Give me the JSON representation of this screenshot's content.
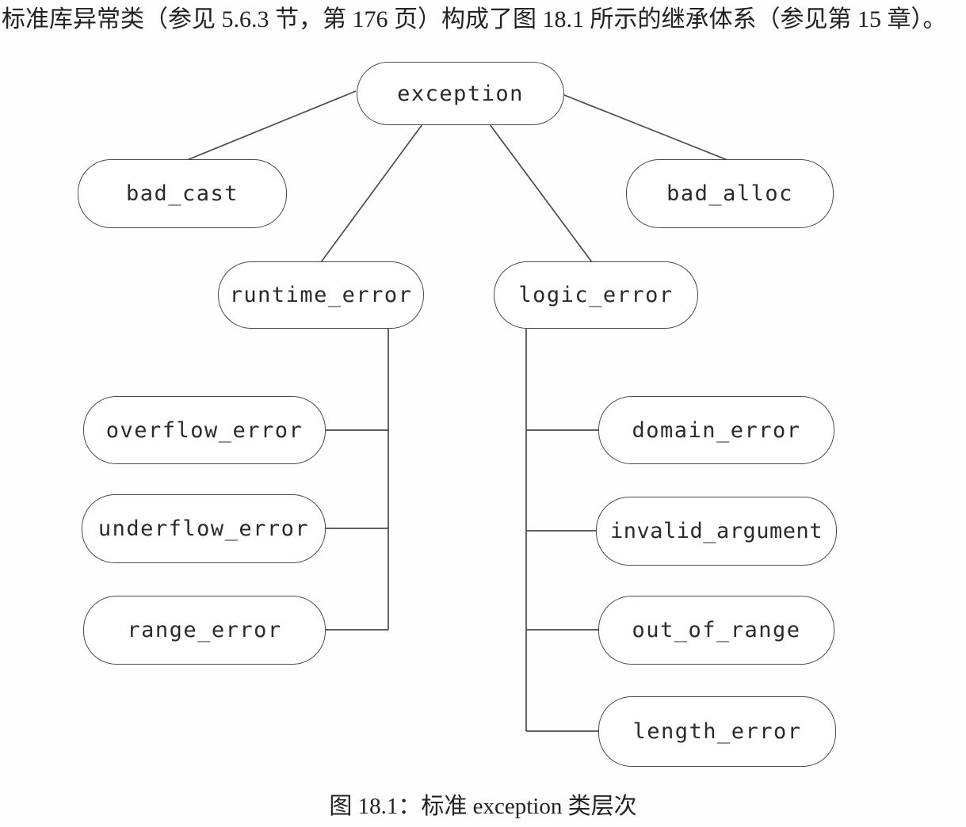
{
  "page": {
    "intro_text": "标准库异常类（参见 5.6.3 节，第 176 页）构成了图 18.1 所示的继承体系（参见第 15 章）。",
    "caption": "图 18.1：标准 exception 类层次"
  },
  "diagram": {
    "type": "tree",
    "title": "标准 exception 类层次",
    "root": "exception",
    "colors": {
      "line": "#4a4a4a",
      "node_border": "#4a4a4a",
      "node_background": "#ffffff",
      "text": "#2a2a2a"
    },
    "nodes": [
      {
        "id": "exception",
        "label": "exception",
        "parent": null
      },
      {
        "id": "bad_cast",
        "label": "bad_cast",
        "parent": "exception"
      },
      {
        "id": "bad_alloc",
        "label": "bad_alloc",
        "parent": "exception"
      },
      {
        "id": "runtime_error",
        "label": "runtime_error",
        "parent": "exception"
      },
      {
        "id": "logic_error",
        "label": "logic_error",
        "parent": "exception"
      },
      {
        "id": "overflow_error",
        "label": "overflow_error",
        "parent": "runtime_error"
      },
      {
        "id": "underflow_error",
        "label": "underflow_error",
        "parent": "runtime_error"
      },
      {
        "id": "range_error",
        "label": "range_error",
        "parent": "runtime_error"
      },
      {
        "id": "domain_error",
        "label": "domain_error",
        "parent": "logic_error"
      },
      {
        "id": "invalid_argument",
        "label": "invalid_argument",
        "parent": "logic_error"
      },
      {
        "id": "out_of_range",
        "label": "out_of_range",
        "parent": "logic_error"
      },
      {
        "id": "length_error",
        "label": "length_error",
        "parent": "logic_error"
      }
    ]
  }
}
